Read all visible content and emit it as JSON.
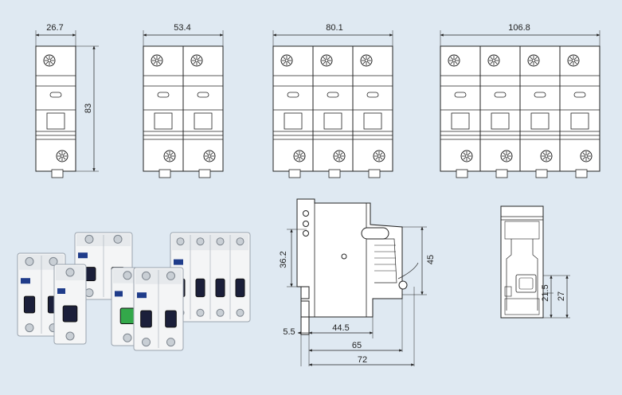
{
  "palette": {
    "background": "#dfe9f2",
    "line": "#222222",
    "body_fill": "#ffffff",
    "breaker_blue": "#1f3c8a",
    "toggle_green": "#33a84a",
    "toggle_black": "#1b1f3a"
  },
  "top_views": [
    {
      "poles": 1,
      "width_label": "26.7",
      "height_label": "83"
    },
    {
      "poles": 2,
      "width_label": "53.4"
    },
    {
      "poles": 3,
      "width_label": "80.1"
    },
    {
      "poles": 4,
      "width_label": "106.8"
    }
  ],
  "side_view": {
    "dims": {
      "d1": "36.2",
      "d2": "45",
      "d3": "5.5",
      "d4": "44.5",
      "d5": "65",
      "d6": "72"
    }
  },
  "back_view": {
    "dims": {
      "d1": "21.5",
      "d2": "27"
    }
  }
}
